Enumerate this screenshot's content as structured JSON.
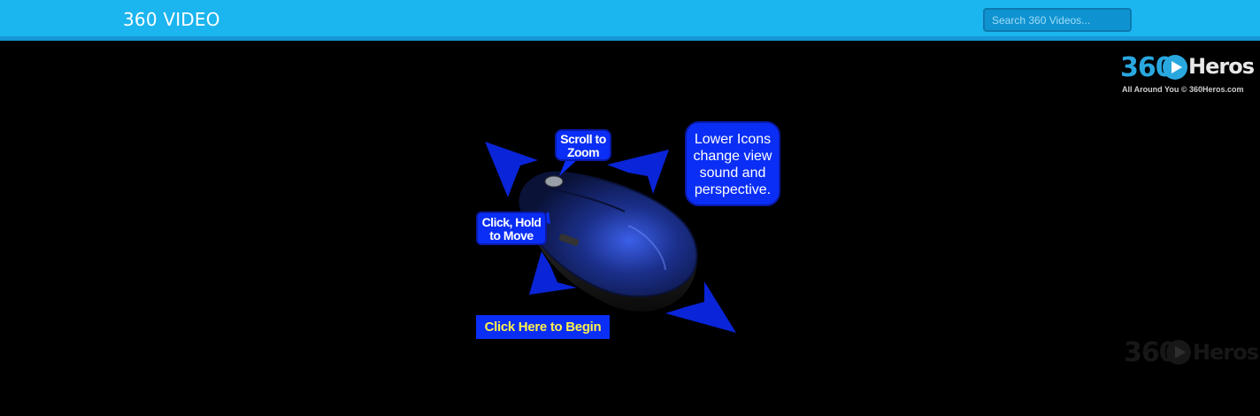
{
  "header": {
    "site_title": "360 VIDEO",
    "search_placeholder": "Search 360 Videos..."
  },
  "logo": {
    "number": "360",
    "word": "Heros",
    "tagline": "All Around You © 360Heros.com",
    "icon": "play-icon"
  },
  "watermark": {
    "number": "360",
    "word": "Heros"
  },
  "instructions": {
    "scroll_label": "Scroll to Zoom",
    "click_hold_label": "Click, Hold to Move",
    "lower_icons_label": "Lower Icons change view sound and perspective.",
    "begin_button_label": "Click Here to Begin"
  },
  "colors": {
    "header_bg": "#1bb5ef",
    "bubble_blue": "#0a2ef5",
    "begin_text": "#fff04a",
    "logo_blue": "#29a8e0"
  }
}
